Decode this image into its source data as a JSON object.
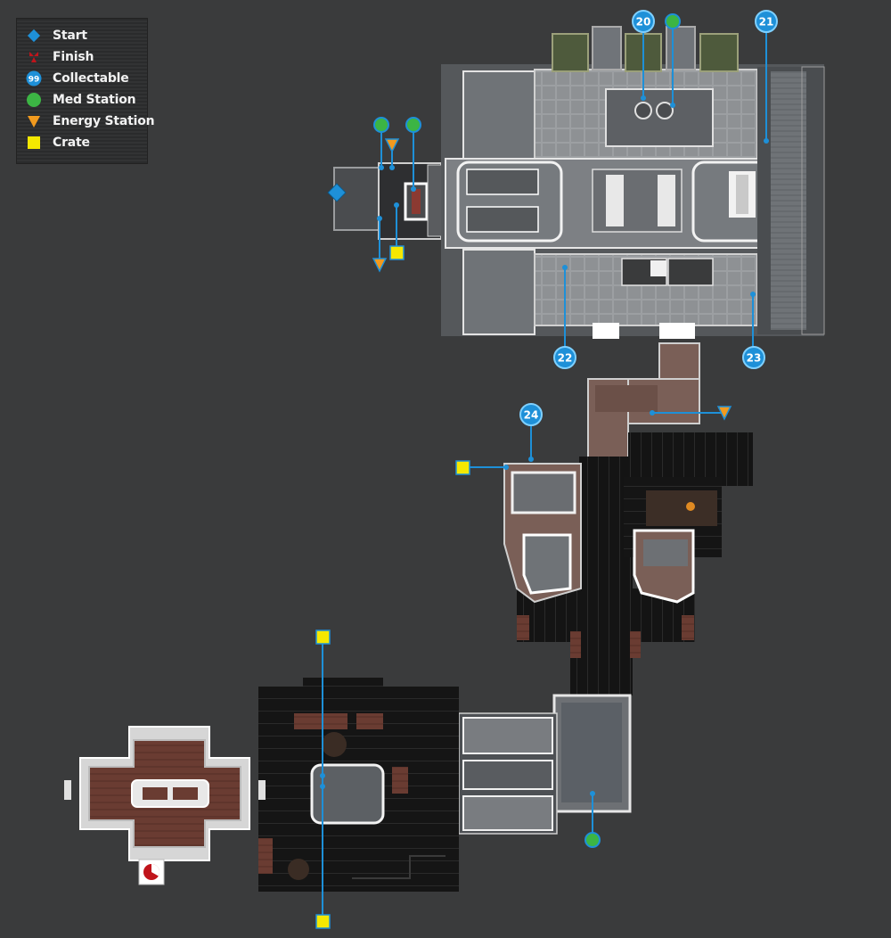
{
  "legend": {
    "items": [
      {
        "label": "Start",
        "icon": "start-diamond-icon",
        "color": "#1e90d8"
      },
      {
        "label": "Finish",
        "icon": "finish-arrows-icon",
        "color": "#c0141b"
      },
      {
        "label": "Collectable",
        "icon": "collectable-badge-icon",
        "badge": "99",
        "color": "#1e90d8"
      },
      {
        "label": "Med Station",
        "icon": "med-station-circle-icon",
        "color": "#3cb544"
      },
      {
        "label": "Energy Station",
        "icon": "energy-station-triangle-icon",
        "color": "#f29a1e"
      },
      {
        "label": "Crate",
        "icon": "crate-square-icon",
        "color": "#f4e800"
      }
    ]
  },
  "collectables": [
    {
      "number": "20"
    },
    {
      "number": "21"
    },
    {
      "number": "22"
    },
    {
      "number": "23"
    },
    {
      "number": "24"
    }
  ],
  "colors": {
    "background": "#3a3b3c",
    "accent_line": "#1e90d8",
    "floor_dark": "#141414",
    "floor_grey": "#6d7074",
    "floor_brown": "#7a5f57",
    "wall": "#d8d8d8"
  }
}
